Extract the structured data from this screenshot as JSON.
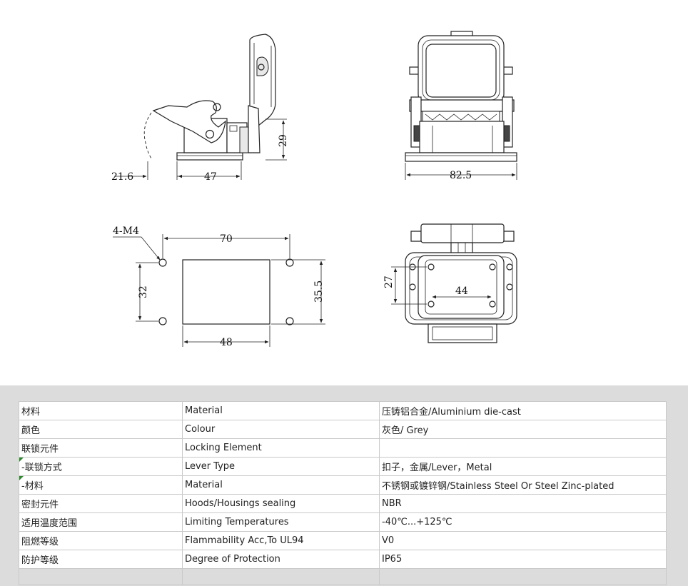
{
  "dimensions": {
    "side_offset": "21.6",
    "side_base_width": "47",
    "side_height": "29",
    "front_width": "82.5",
    "hole_label": "4-M4",
    "hole_pitch_x": "70",
    "hole_pitch_y": "32",
    "cutout_width": "48",
    "cutout_height": "35.5",
    "bottom_height": "27",
    "bottom_width": "44"
  },
  "specs": [
    {
      "zh": "材料",
      "en": "Material",
      "value": "压铸铝合金/Aluminium die-cast",
      "sub": false
    },
    {
      "zh": "颜色",
      "en": "Colour",
      "value": "灰色/ Grey",
      "sub": false
    },
    {
      "zh": "联锁元件",
      "en": "Locking Element",
      "value": "",
      "sub": false
    },
    {
      "zh": " -联锁方式",
      "en": "Lever Type",
      "value": "扣子，金属/Lever，Metal",
      "sub": true
    },
    {
      "zh": " -材料",
      "en": "Material",
      "value": "不锈钢或镀锌钢/Stainless Steel Or Steel Zinc-plated",
      "sub": true
    },
    {
      "zh": "密封元件",
      "en": "Hoods/Housings sealing",
      "value": "NBR",
      "sub": false
    },
    {
      "zh": "适用温度范围",
      "en": "Limiting Temperatures",
      "value": "-40℃...+125℃",
      "sub": false
    },
    {
      "zh": "阻燃等级",
      "en": "Flammability Acc,To UL94",
      "value": "V0",
      "sub": false
    },
    {
      "zh": "防护等级",
      "en": "Degree of Protection",
      "value": "IP65",
      "sub": false
    }
  ]
}
